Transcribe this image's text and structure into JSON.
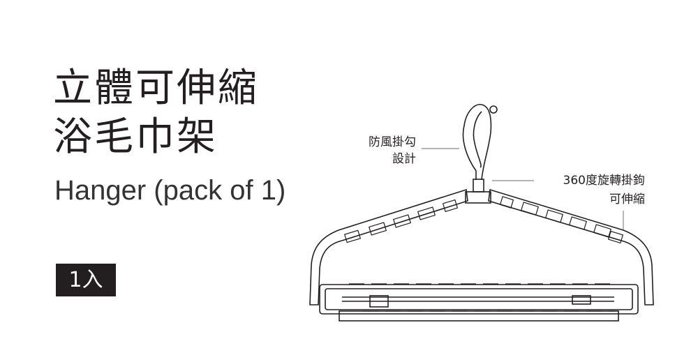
{
  "title": {
    "line1": "立體可伸縮",
    "line2": "浴毛巾架",
    "subtitle": "Hanger (pack of 1)"
  },
  "badge": "1入",
  "callouts": {
    "hook_line1": "防風掛勾",
    "hook_line2": "設計",
    "swivel": "360度旋轉掛鉤",
    "extend": "可伸縮"
  },
  "colors": {
    "ink": "#231f20",
    "badge_bg": "#231f20",
    "leader": "#888888"
  }
}
